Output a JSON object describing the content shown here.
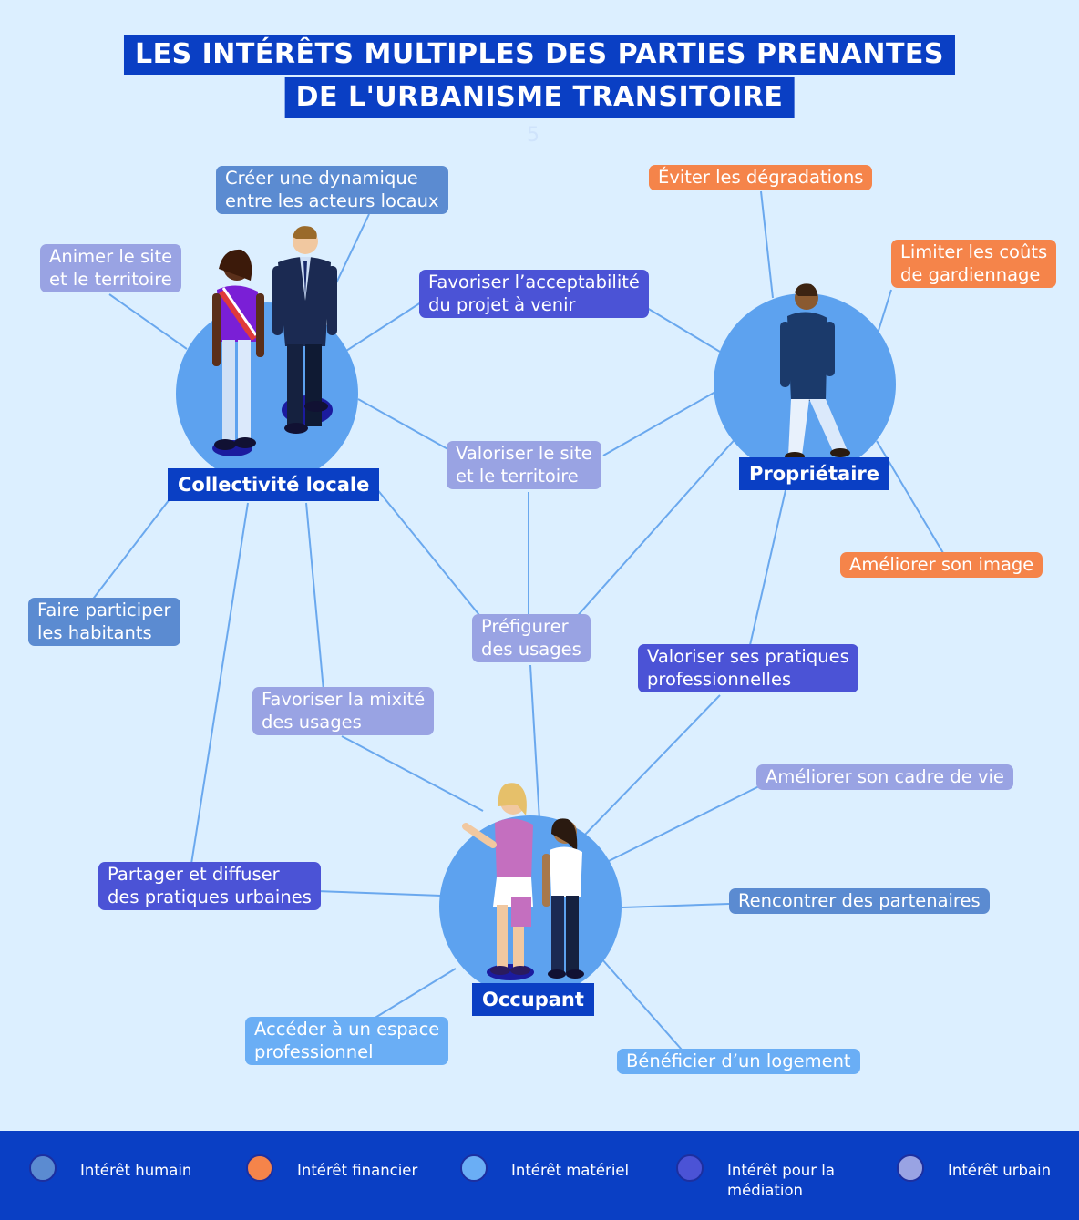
{
  "title": {
    "line1": "LES INTÉRÊTS MULTIPLES DES PARTIES PRENANTES",
    "line2": "DE L'URBANISME TRANSITOIRE"
  },
  "page_number": "5",
  "colors": {
    "interet_humain": "#5b8bd1",
    "interet_financier": "#f5844a",
    "interet_materiel": "#6aaef5",
    "interet_mediation": "#4b53d6",
    "interet_urbain": "#99a3e3",
    "hub": "#5da2ef",
    "brand": "#0a3fc4",
    "background": "#dcefff"
  },
  "hubs": {
    "collectivite": "Collectivité locale",
    "proprietaire": "Propriétaire",
    "occupant": "Occupant"
  },
  "interests": {
    "creer_dynamique": "Créer une dynamique\nentre les acteurs locaux",
    "animer_site": "Animer le site\net le territoire",
    "favoriser_acceptabilite": "Favoriser l’acceptabilité\ndu projet à venir",
    "eviter_degradations": "Éviter les dégradations",
    "limiter_couts": "Limiter les coûts\nde gardiennage",
    "valoriser_site": "Valoriser le site\net le territoire",
    "ameliorer_image": "Améliorer son image",
    "faire_participer": "Faire participer\nles habitants",
    "prefigurer_usages": "Préfigurer\ndes usages",
    "valoriser_pratiques": "Valoriser ses pratiques\nprofessionnelles",
    "favoriser_mixite": "Favoriser la mixité\ndes usages",
    "ameliorer_cadre": "Améliorer son cadre de vie",
    "partager_diffuser": "Partager et diffuser\ndes pratiques urbaines",
    "rencontrer_partenaires": "Rencontrer des partenaires",
    "acceder_espace": "Accéder à un espace\nprofessionnel",
    "beneficier_logement": "Bénéficier d’un logement"
  },
  "legend": [
    {
      "label": "Intérêt humain",
      "color": "#5b8bd1"
    },
    {
      "label": "Intérêt financier",
      "color": "#f5844a"
    },
    {
      "label": "Intérêt matériel",
      "color": "#6aaef5"
    },
    {
      "label": "Intérêt pour la\nmédiation",
      "color": "#4b53d6"
    },
    {
      "label": "Intérêt urbain",
      "color": "#99a3e3"
    }
  ]
}
